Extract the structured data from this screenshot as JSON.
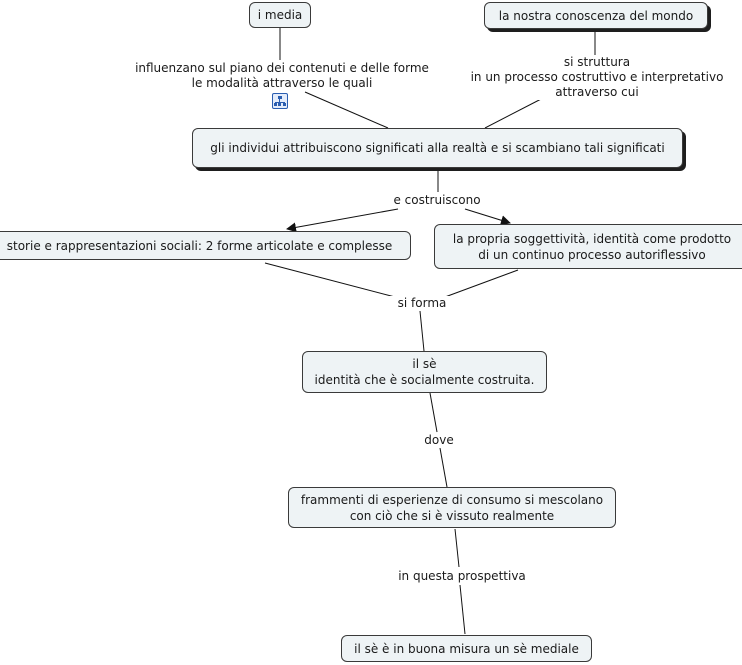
{
  "nodes": {
    "media": "i media",
    "conoscenza": "la nostra conoscenza del mondo",
    "individui": "gli individui attribuiscono significati alla realtà e si scambiano tali significati",
    "storie": "storie e rappresentazioni sociali: 2 forme articolate e complesse",
    "soggettivita": [
      "la propria soggettività, identità come prodotto",
      "di un continuo processo autoriflessivo"
    ],
    "se": [
      "il sè",
      "identità che è socialmente costruita."
    ],
    "frammenti": [
      "frammenti di esperienze di consumo si mescolano",
      "con ciò che si è vissuto realmente"
    ],
    "mediale": "il sè è in buona misura un sè mediale"
  },
  "links": {
    "influenzano": [
      "influenzano sul piano dei contenuti e delle forme",
      "le modalità attraverso le quali"
    ],
    "struttura": [
      "si struttura",
      "in un processo costruttivo e interpretativo",
      "attraverso  cui"
    ],
    "costruiscono": "e costruiscono",
    "forma": "si forma",
    "dove": "dove",
    "prospettiva": "in questa prospettiva"
  },
  "icons": {
    "concept_map_link": "concept-map-icon"
  }
}
